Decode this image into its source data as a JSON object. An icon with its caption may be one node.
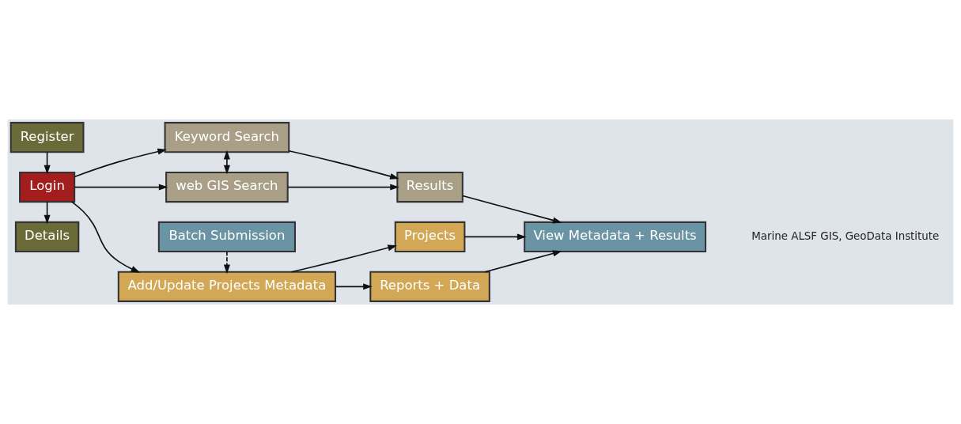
{
  "diagram": {
    "nodes": [
      {
        "text": [
          "Register"
        ]
      },
      {
        "text": [
          "Login"
        ]
      },
      {
        "text": [
          "Details"
        ]
      },
      {
        "text": [
          "Keyword Search"
        ]
      },
      {
        "text": [
          "web GIS Search"
        ]
      },
      {
        "text": [
          "Results"
        ]
      },
      {
        "text": [
          "Add/Update Projects Metadata"
        ]
      },
      {
        "text": [
          "Projects"
        ]
      },
      {
        "text": [
          "Reports + Data"
        ]
      },
      {
        "text": [
          "View Metadata + Results"
        ]
      },
      {
        "text": [
          "Batch Submission"
        ]
      }
    ],
    "edges": [
      {
        "from": 0,
        "to": 1,
        "arrow": "to"
      },
      {
        "from": 1,
        "to": 2,
        "arrow": "to"
      },
      {
        "from": 1,
        "to": 3,
        "arrow": "to"
      },
      {
        "from": 1,
        "to": 4,
        "arrow": "to"
      },
      {
        "from": 1,
        "to": 6,
        "arrow": "to"
      },
      {
        "from": 3,
        "to": 4,
        "arrow": "both"
      },
      {
        "from": 3,
        "to": 5,
        "arrow": "to"
      },
      {
        "from": 4,
        "to": 5,
        "arrow": "to"
      },
      {
        "from": 6,
        "to": 7,
        "arrow": "to"
      },
      {
        "from": 6,
        "to": 8,
        "arrow": "to"
      },
      {
        "from": 10,
        "to": 6,
        "arrow": "to",
        "style": "dashed"
      },
      {
        "from": 5,
        "to": 9,
        "arrow": "to"
      },
      {
        "from": 7,
        "to": 9,
        "arrow": "to"
      },
      {
        "from": 8,
        "to": 9,
        "arrow": "to"
      }
    ],
    "labels": [
      "Marine ALSF GIS, GeoData Institute"
    ]
  }
}
